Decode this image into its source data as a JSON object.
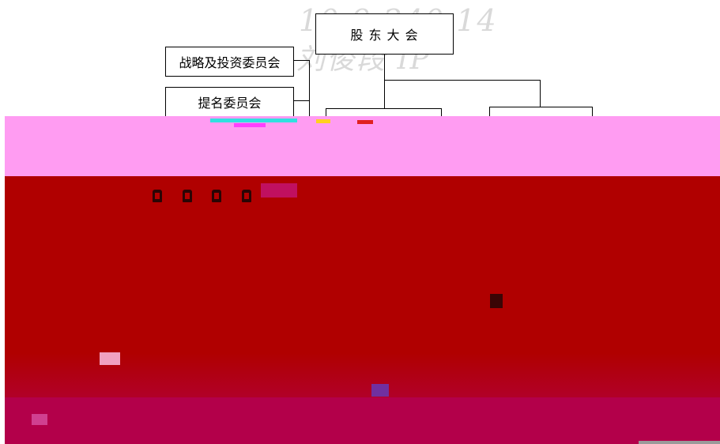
{
  "watermark": {
    "line1": "10.9.240.14",
    "line2": "刘俊段 IP"
  },
  "nodes": {
    "shareholders_meeting": "股 东 大 会",
    "strategy_committee": "战略及投资委员会",
    "nomination_committee": "提名委员会"
  },
  "colors": {
    "corrupted_band_pink": "#ff9cf2",
    "corrupted_band_red": "#b00000",
    "corrupted_band_bottom": "#b3004a"
  }
}
